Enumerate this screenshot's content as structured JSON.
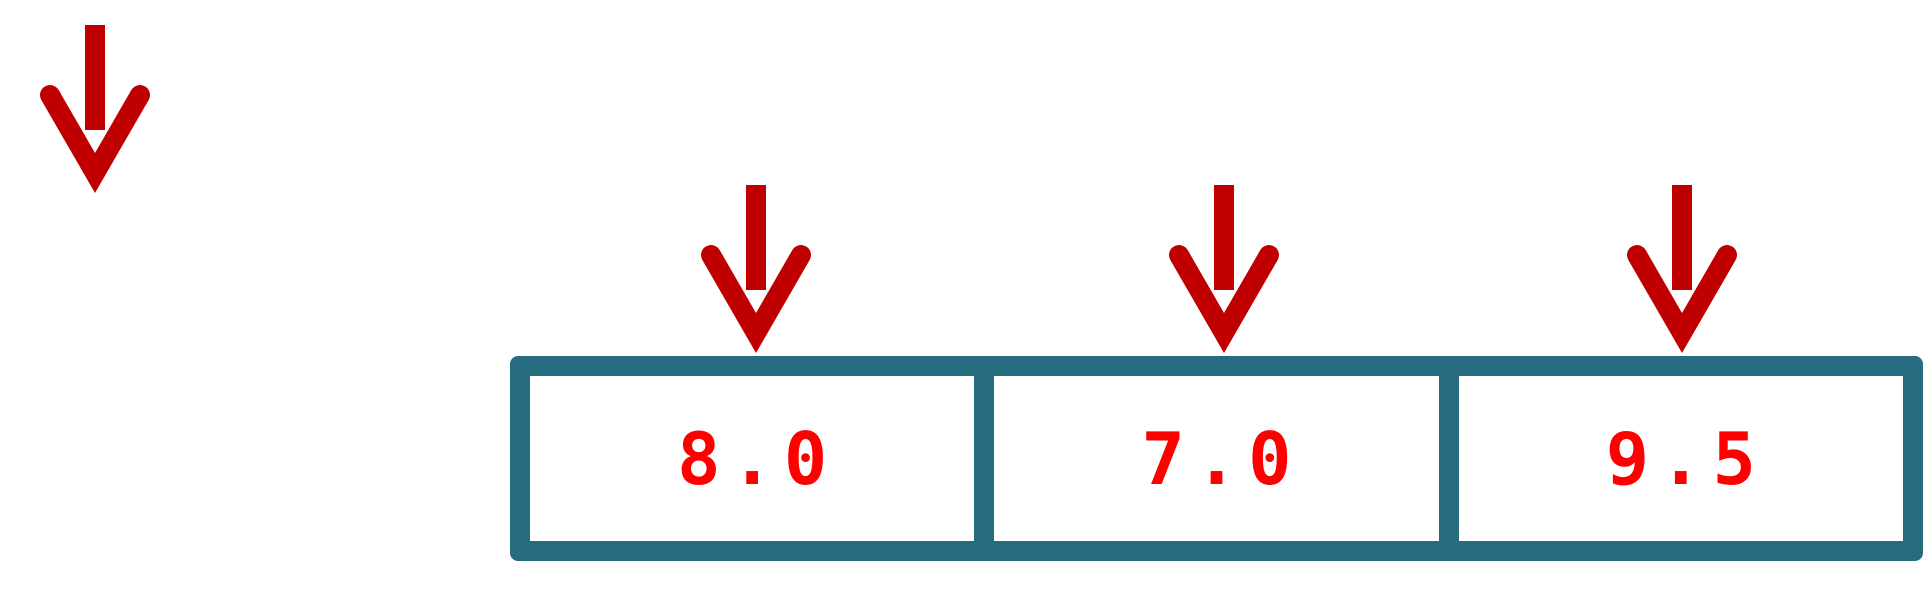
{
  "colors": {
    "arrow": "#c00000",
    "array_border": "#276b80",
    "cell_text": "#ff0000",
    "cell_background": "#ffffff"
  },
  "icons": {
    "pointer": "down-arrow-icon"
  },
  "array": {
    "cells": [
      {
        "value": "8.0"
      },
      {
        "value": "7.0"
      },
      {
        "value": "9.5"
      }
    ]
  }
}
